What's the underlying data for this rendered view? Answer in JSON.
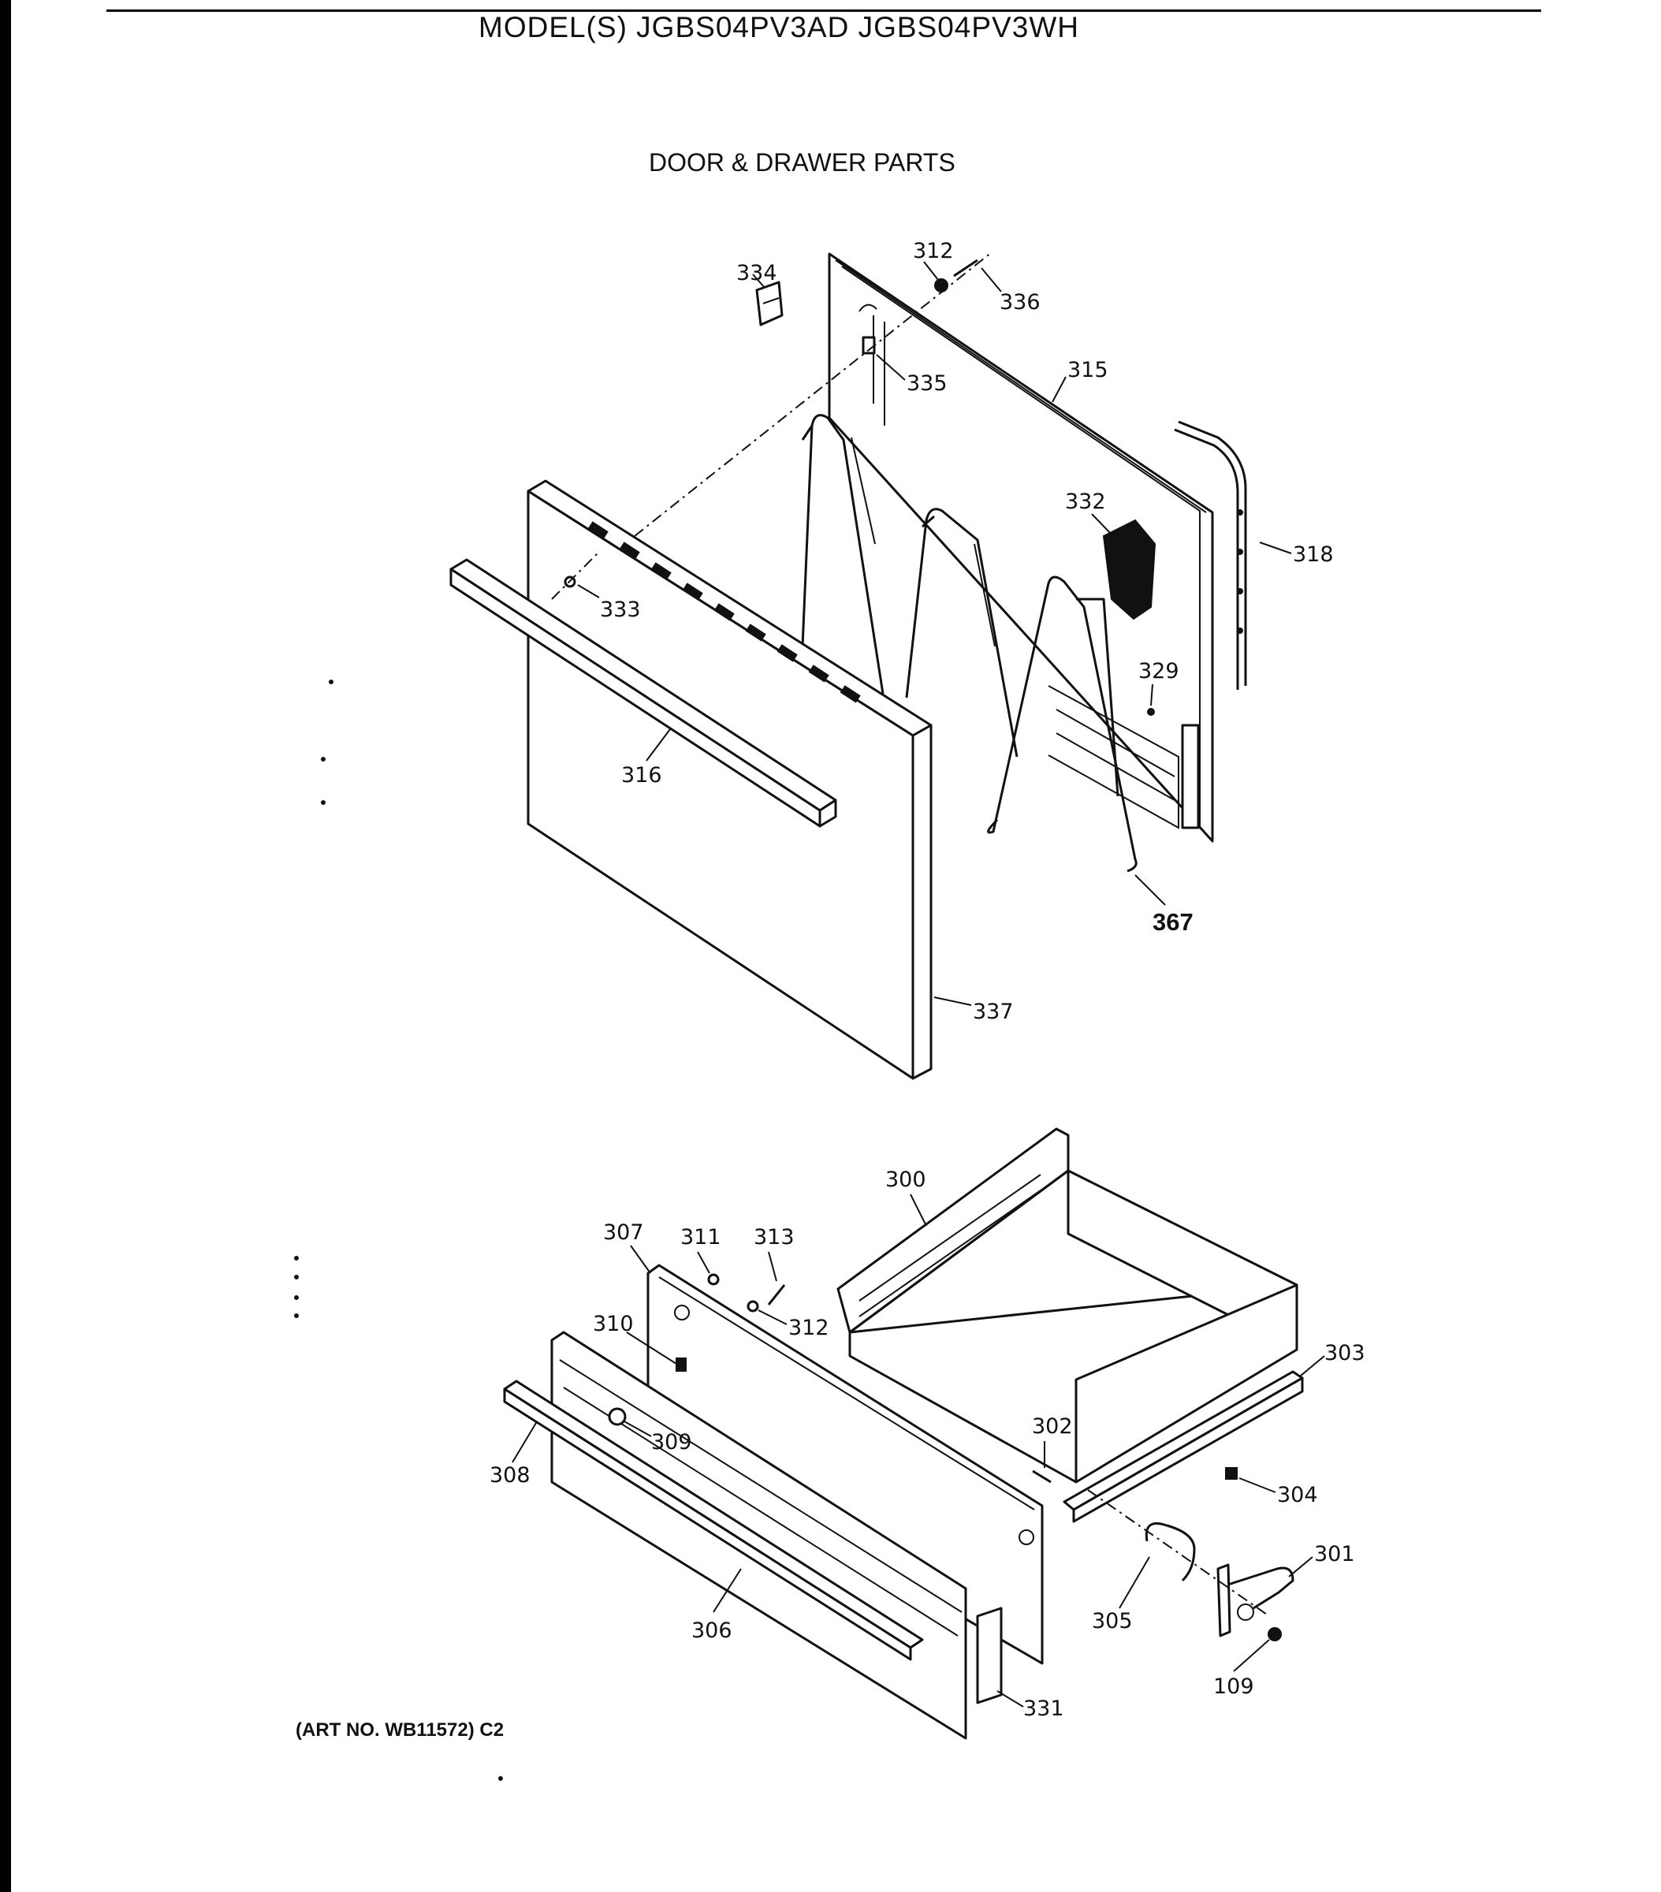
{
  "header": {
    "model_title": "MODEL(S) JGBS04PV3AD  JGBS04PV3WH",
    "section_title": "DOOR & DRAWER PARTS"
  },
  "footer": {
    "art_no": "(ART NO. WB11572) C2"
  },
  "part_labels": {
    "p334": "334",
    "p312a": "312",
    "p336": "336",
    "p335": "335",
    "p315": "315",
    "p318": "318",
    "p332": "332",
    "p333": "333",
    "p329": "329",
    "p316": "316",
    "p367": "367",
    "p337": "337",
    "p300": "300",
    "p307": "307",
    "p311": "311",
    "p313": "313",
    "p312b": "312",
    "p310": "310",
    "p303": "303",
    "p309": "309",
    "p302": "302",
    "p308": "308",
    "p304": "304",
    "p301": "301",
    "p305": "305",
    "p306": "306",
    "p109": "109",
    "p331": "331"
  }
}
